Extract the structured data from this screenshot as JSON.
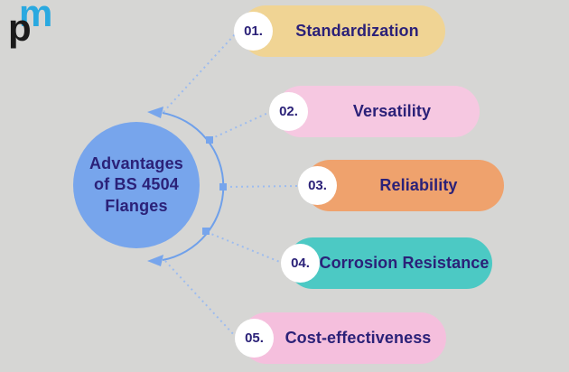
{
  "logo": {
    "letters": [
      {
        "char": "p",
        "color": "#1b1b1b"
      },
      {
        "char": "m",
        "color": "#2aa9e0"
      }
    ]
  },
  "center_circle": {
    "lines": [
      "Advantages",
      "of BS 4504",
      "Flanges"
    ],
    "fill": "#77a5ec"
  },
  "items": [
    {
      "number": "01.",
      "label": "Standardization",
      "pill_color": "#f0d494"
    },
    {
      "number": "02.",
      "label": "Versatility",
      "pill_color": "#f6c8e1"
    },
    {
      "number": "03.",
      "label": "Reliability",
      "pill_color": "#efa26d"
    },
    {
      "number": "04.",
      "label": "Corrosion Resistance",
      "pill_color": "#4cc9c4"
    },
    {
      "number": "05.",
      "label": "Cost-effectiveness",
      "pill_color": "#f5bfdd"
    }
  ],
  "colors": {
    "background": "#d6d6d4",
    "text_navy": "#2b2178",
    "arc": "#6fa0ea",
    "node": "#77a5ec",
    "dotted_line": "#9dbcef",
    "number_circle": "#ffffff"
  }
}
